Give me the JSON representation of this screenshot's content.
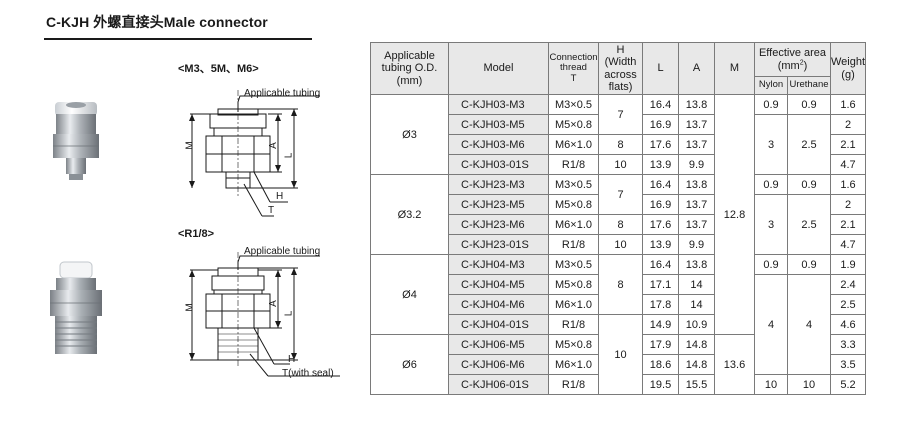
{
  "title": "C-KJH  外螺直接头Male connector",
  "left": {
    "variant1_heading": "<M3、5M、M6>",
    "variant2_heading": "<R1/8>",
    "labels1": {
      "tubing": "Applicable tubing",
      "m": "M",
      "a": "A",
      "l": "L",
      "h": "H",
      "t": "T"
    },
    "labels2": {
      "tubing": "Applicable tubing",
      "m": "M",
      "a": "A",
      "l": "L",
      "h": "H",
      "t": "T(with seal)"
    }
  },
  "table": {
    "headers": {
      "od_line1": "Applicable",
      "od_line2": "tubing O.D.",
      "od_line3": "(mm)",
      "model": "Model",
      "thread_line1": "Connection",
      "thread_line2": "thread",
      "thread_line3": "T",
      "h_line1": "H",
      "h_line2": "(Width",
      "h_line3": "across",
      "h_line4": "flats)",
      "l": "L",
      "a": "A",
      "m": "M",
      "area_line1": "Effective area",
      "area_line2": "(mm",
      "area_sup": "2",
      "area_line2_close": ")",
      "nylon": "Nylon",
      "urethane": "Urethane",
      "weight_line1": "Weight",
      "weight_line2": "(g)"
    },
    "groups": [
      {
        "od": "Ø3"
      },
      {
        "od": "Ø3.2"
      },
      {
        "od": "Ø4"
      },
      {
        "od": "Ø6"
      }
    ],
    "rows": [
      {
        "model": "C-KJH03-M3",
        "thread": "M3×0.5",
        "l": "16.4",
        "a": "13.8",
        "weight": "1.6"
      },
      {
        "model": "C-KJH03-M5",
        "thread": "M5×0.8",
        "l": "16.9",
        "a": "13.7",
        "weight": "2"
      },
      {
        "model": "C-KJH03-M6",
        "thread": "M6×1.0",
        "l": "17.6",
        "a": "13.7",
        "weight": "2.1"
      },
      {
        "model": "C-KJH03-01S",
        "thread": "R1/8",
        "l": "13.9",
        "a": "9.9",
        "weight": "4.7"
      },
      {
        "model": "C-KJH23-M3",
        "thread": "M3×0.5",
        "l": "16.4",
        "a": "13.8",
        "weight": "1.6"
      },
      {
        "model": "C-KJH23-M5",
        "thread": "M5×0.8",
        "l": "16.9",
        "a": "13.7",
        "weight": "2"
      },
      {
        "model": "C-KJH23-M6",
        "thread": "M6×1.0",
        "l": "17.6",
        "a": "13.7",
        "weight": "2.1"
      },
      {
        "model": "C-KJH23-01S",
        "thread": "R1/8",
        "l": "13.9",
        "a": "9.9",
        "weight": "4.7"
      },
      {
        "model": "C-KJH04-M3",
        "thread": "M3×0.5",
        "l": "16.4",
        "a": "13.8",
        "weight": "1.9"
      },
      {
        "model": "C-KJH04-M5",
        "thread": "M5×0.8",
        "l": "17.1",
        "a": "14",
        "weight": "2.4"
      },
      {
        "model": "C-KJH04-M6",
        "thread": "M6×1.0",
        "l": "17.8",
        "a": "14",
        "weight": "2.5"
      },
      {
        "model": "C-KJH04-01S",
        "thread": "R1/8",
        "l": "14.9",
        "a": "10.9",
        "weight": "4.6"
      },
      {
        "model": "C-KJH06-M5",
        "thread": "M5×0.8",
        "l": "17.9",
        "a": "14.8",
        "weight": "3.3"
      },
      {
        "model": "C-KJH06-M6",
        "thread": "M6×1.0",
        "l": "18.6",
        "a": "14.8",
        "weight": "3.5"
      },
      {
        "model": "C-KJH06-01S",
        "thread": "R1/8",
        "l": "19.5",
        "a": "15.5",
        "weight": "5.2"
      }
    ],
    "h_values": {
      "g03_m3m5": "7",
      "g03_m6": "8",
      "g03_r18": "10",
      "g23_m3m5": "7",
      "g23_m6": "8",
      "g23_r18": "10",
      "g04": "8",
      "g06": "10"
    },
    "m_values": {
      "top": "12.8",
      "bottom": "13.6"
    },
    "area": {
      "g03_m3": {
        "nylon": "0.9",
        "urethane": "0.9"
      },
      "g03_rest": {
        "nylon": "3",
        "urethane": "2.5"
      },
      "g23_m3": {
        "nylon": "0.9",
        "urethane": "0.9"
      },
      "g23_rest": {
        "nylon": "3",
        "urethane": "2.5"
      },
      "g04_m3": {
        "nylon": "0.9",
        "urethane": "0.9"
      },
      "g04_rest": {
        "nylon": "4",
        "urethane": "4"
      },
      "g06_r18": {
        "nylon": "10",
        "urethane": "10"
      }
    }
  }
}
